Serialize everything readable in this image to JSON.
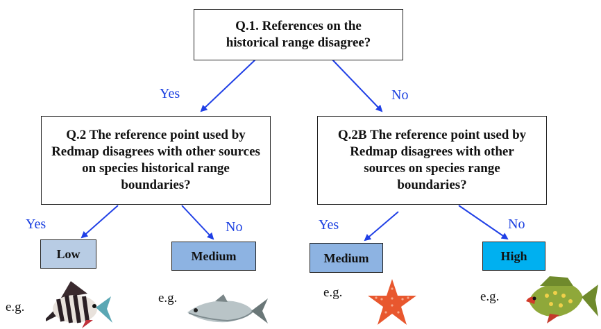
{
  "questions": {
    "q1": "Q.1. References on the historical range disagree?",
    "q2": "Q.2 The reference point used by Redmap disagrees with other sources on species historical range boundaries?",
    "q2b": "Q.2B The reference point used by Redmap disagrees with other sources on species range boundaries?"
  },
  "edges": {
    "q1_yes": "Yes",
    "q1_no": "No",
    "q2_yes": "Yes",
    "q2_no": "No",
    "q2b_yes": "Yes",
    "q2b_no": "No"
  },
  "outcomes": {
    "low": "Low",
    "medium_a": "Medium",
    "medium_b": "Medium",
    "high": "High"
  },
  "examples": {
    "eg1": "e.g.",
    "eg2": "e.g.",
    "eg3": "e.g.",
    "eg4": "e.g."
  },
  "colors": {
    "arrow": "#1f3fe6",
    "label": "#1a3fe0",
    "low_fill": "#b8cce4",
    "medium_fill": "#8db3e2",
    "high_fill": "#00b0f0"
  },
  "icons": [
    "striped-fish-icon",
    "silver-fish-icon",
    "starfish-icon",
    "green-fish-icon"
  ]
}
